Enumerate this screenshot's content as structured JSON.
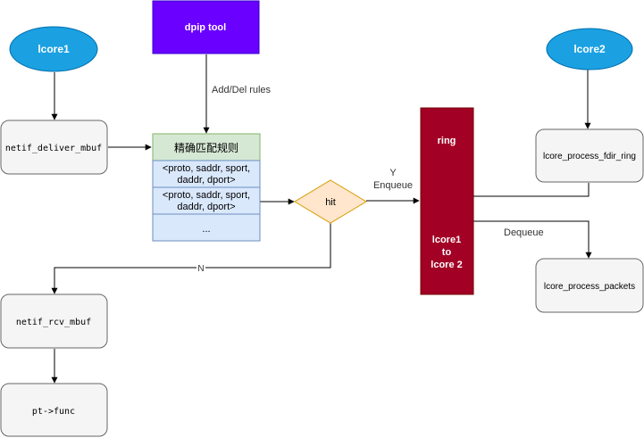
{
  "nodes": {
    "lcore1": "lcore1",
    "lcore2": "lcore2",
    "dpip_tool": "dpip tool",
    "netif_deliver_mbuf": "netif_deliver_mbuf",
    "netif_rcv_mbuf": "netif_rcv_mbuf",
    "pt_func": "pt->func",
    "lcore_process_fdir_ring": "lcore_process_fdir_ring",
    "lcore_process_packets": "lcore_process_packets",
    "hit": "hit"
  },
  "rules_table": {
    "header": "精确匹配规则",
    "rows": [
      [
        "<proto, saddr, sport,",
        "daddr, dport>"
      ],
      [
        "<proto, saddr, sport,",
        "daddr, dport>"
      ],
      [
        "..."
      ]
    ]
  },
  "ring": {
    "title": "ring",
    "body": [
      "lcore1",
      "to",
      "lcore 2"
    ]
  },
  "edge_labels": {
    "add_del_rules": "Add/Del rules",
    "yes": "Y",
    "enqueue": "Enqueue",
    "no": "N",
    "dequeue": "Dequeue"
  },
  "colors": {
    "ellipse": "#1ba1e2",
    "dpip_tool": "#6a00ff",
    "ring": "#a20025",
    "table_header": "#d5e8d4",
    "table_body": "#dae8fc",
    "decision": "#ffe6cc",
    "decision_stroke": "#d79b00",
    "process_box": "#f5f5f5"
  }
}
